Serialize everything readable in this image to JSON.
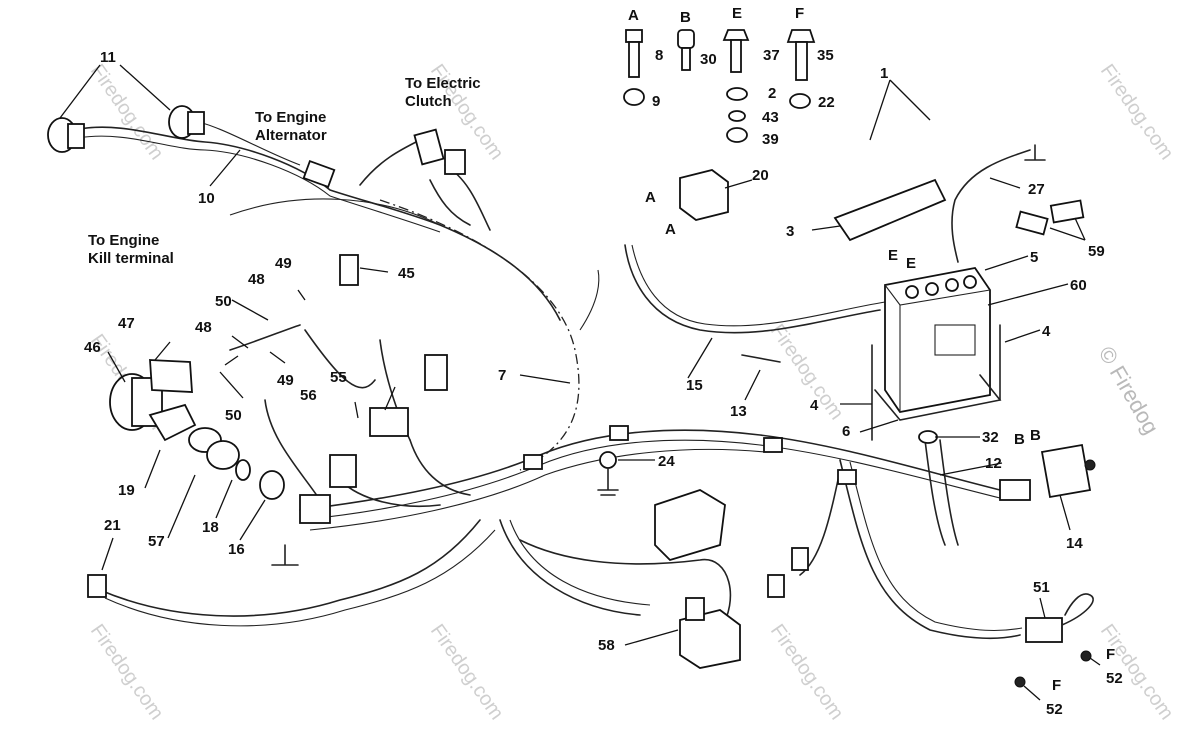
{
  "watermark": {
    "text": "Firedog.com",
    "corner_text": "© Firedog"
  },
  "labels": {
    "to_electric_clutch": [
      "To Electric",
      "Clutch"
    ],
    "to_engine_alternator": [
      "To Engine",
      "Alternator"
    ],
    "to_engine_kill": [
      "To Engine",
      "Kill terminal"
    ]
  },
  "hardware_letters": [
    "A",
    "B",
    "E",
    "F"
  ],
  "callouts": [
    "11",
    "10",
    "8",
    "30",
    "37",
    "35",
    "9",
    "2",
    "22",
    "43",
    "39",
    "1",
    "20",
    "A",
    "A",
    "3",
    "27",
    "59",
    "5",
    "60",
    "45",
    "49",
    "48",
    "50",
    "48",
    "47",
    "46",
    "49",
    "50",
    "55",
    "56",
    "7",
    "15",
    "13",
    "4",
    "4",
    "6",
    "32",
    "E",
    "E",
    "B",
    "B",
    "12",
    "14",
    "24",
    "19",
    "57",
    "18",
    "16",
    "21",
    "58",
    "51",
    "52",
    "52",
    "F",
    "F"
  ]
}
